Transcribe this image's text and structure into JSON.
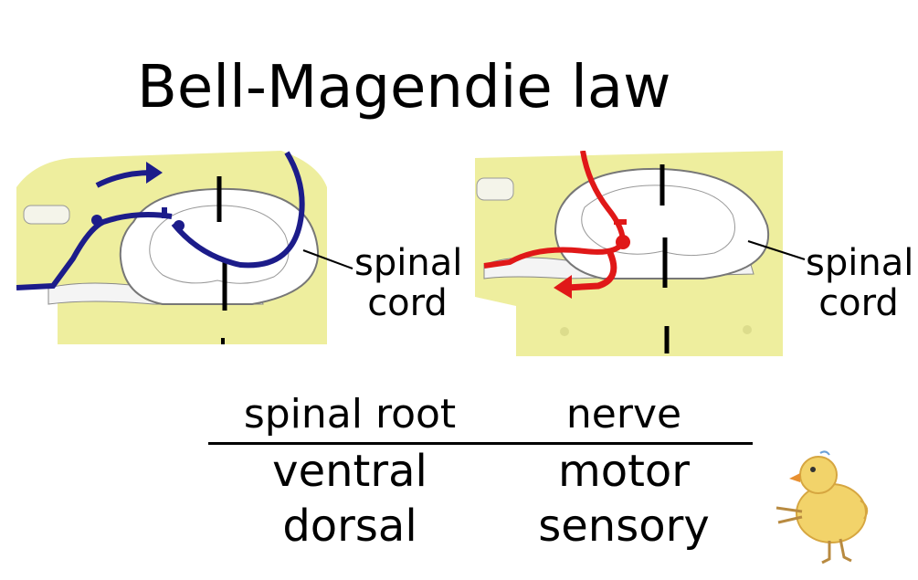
{
  "title": "Bell-Magendie law",
  "labels": {
    "left_line1": "spinal",
    "left_line2": "cord",
    "right_line1": "spinal",
    "right_line2": "cord"
  },
  "table": {
    "headers": [
      "spinal root",
      "nerve"
    ],
    "rows": [
      [
        "ventral",
        "motor"
      ],
      [
        "dorsal",
        "sensory"
      ]
    ]
  },
  "colors": {
    "sensory_pathway": "#1c1c8a",
    "motor_pathway": "#e01818",
    "body": "#eeee9e",
    "gray_matter": "#ffffff"
  }
}
